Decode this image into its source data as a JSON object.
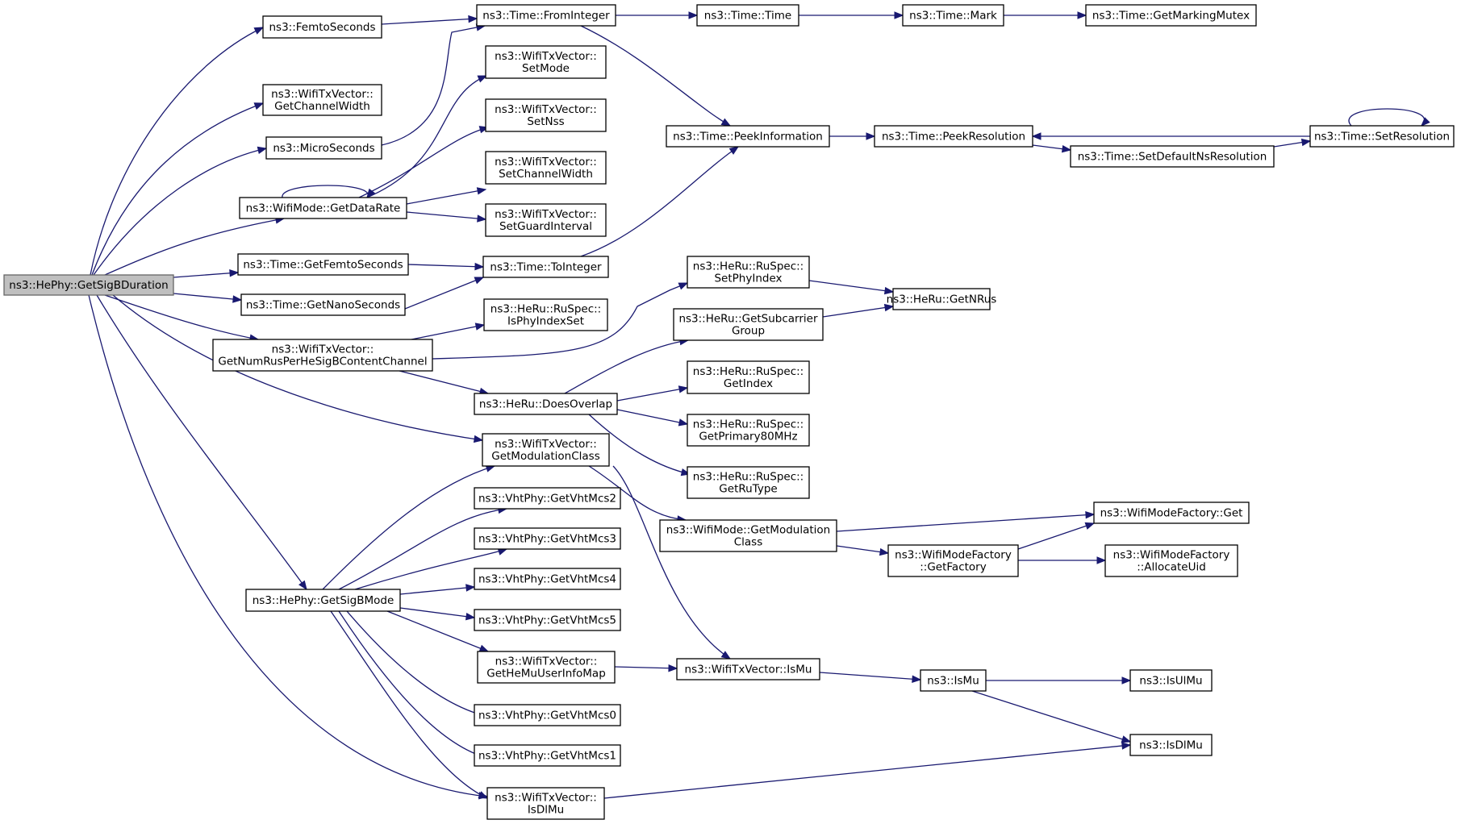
{
  "nodes": [
    {
      "id": "n0",
      "lines": [
        "ns3::HePhy::GetSigBDuration"
      ],
      "root": true
    },
    {
      "id": "n1",
      "lines": [
        "ns3::FemtoSeconds"
      ]
    },
    {
      "id": "n2",
      "lines": [
        "ns3::WifiTxVector::",
        "GetChannelWidth"
      ]
    },
    {
      "id": "n3",
      "lines": [
        "ns3::MicroSeconds"
      ]
    },
    {
      "id": "n4",
      "lines": [
        "ns3::WifiMode::GetDataRate"
      ]
    },
    {
      "id": "n5",
      "lines": [
        "ns3::Time::GetFemtoSeconds"
      ]
    },
    {
      "id": "n6",
      "lines": [
        "ns3::Time::GetNanoSeconds"
      ]
    },
    {
      "id": "n7",
      "lines": [
        "ns3::WifiTxVector::",
        "GetNumRusPerHeSigBContentChannel"
      ]
    },
    {
      "id": "n8",
      "lines": [
        "ns3::HePhy::GetSigBMode"
      ]
    },
    {
      "id": "n9",
      "lines": [
        "ns3::Time::FromInteger"
      ]
    },
    {
      "id": "n10",
      "lines": [
        "ns3::WifiTxVector::",
        "SetMode"
      ]
    },
    {
      "id": "n11",
      "lines": [
        "ns3::WifiTxVector::",
        "SetNss"
      ]
    },
    {
      "id": "n12",
      "lines": [
        "ns3::WifiTxVector::",
        "SetChannelWidth"
      ]
    },
    {
      "id": "n13",
      "lines": [
        "ns3::WifiTxVector::",
        "SetGuardInterval"
      ]
    },
    {
      "id": "n14",
      "lines": [
        "ns3::Time::ToInteger"
      ]
    },
    {
      "id": "n15",
      "lines": [
        "ns3::HeRu::RuSpec::",
        "IsPhyIndexSet"
      ]
    },
    {
      "id": "n16",
      "lines": [
        "ns3::HeRu::DoesOverlap"
      ]
    },
    {
      "id": "n17",
      "lines": [
        "ns3::WifiTxVector::",
        "GetModulationClass"
      ]
    },
    {
      "id": "n18",
      "lines": [
        "ns3::VhtPhy::GetVhtMcs2"
      ]
    },
    {
      "id": "n19",
      "lines": [
        "ns3::VhtPhy::GetVhtMcs3"
      ]
    },
    {
      "id": "n20",
      "lines": [
        "ns3::VhtPhy::GetVhtMcs4"
      ]
    },
    {
      "id": "n21",
      "lines": [
        "ns3::VhtPhy::GetVhtMcs5"
      ]
    },
    {
      "id": "n22",
      "lines": [
        "ns3::WifiTxVector::",
        "GetHeMuUserInfoMap"
      ]
    },
    {
      "id": "n23",
      "lines": [
        "ns3::VhtPhy::GetVhtMcs0"
      ]
    },
    {
      "id": "n24",
      "lines": [
        "ns3::VhtPhy::GetVhtMcs1"
      ]
    },
    {
      "id": "n25",
      "lines": [
        "ns3::WifiTxVector::",
        "IsDlMu"
      ]
    },
    {
      "id": "n26",
      "lines": [
        "ns3::Time::Time"
      ]
    },
    {
      "id": "n27",
      "lines": [
        "ns3::Time::PeekInformation"
      ]
    },
    {
      "id": "n28",
      "lines": [
        "ns3::HeRu::RuSpec::",
        "SetPhyIndex"
      ]
    },
    {
      "id": "n29",
      "lines": [
        "ns3::HeRu::GetSubcarrier",
        "Group"
      ]
    },
    {
      "id": "n30",
      "lines": [
        "ns3::HeRu::RuSpec::",
        "GetIndex"
      ]
    },
    {
      "id": "n31",
      "lines": [
        "ns3::HeRu::RuSpec::",
        "GetPrimary80MHz"
      ]
    },
    {
      "id": "n32",
      "lines": [
        "ns3::HeRu::RuSpec::",
        "GetRuType"
      ]
    },
    {
      "id": "n33",
      "lines": [
        "ns3::WifiMode::GetModulation",
        "Class"
      ]
    },
    {
      "id": "n34",
      "lines": [
        "ns3::WifiTxVector::IsMu"
      ]
    },
    {
      "id": "n35",
      "lines": [
        "ns3::Time::Mark"
      ]
    },
    {
      "id": "n36",
      "lines": [
        "ns3::Time::PeekResolution"
      ]
    },
    {
      "id": "n37",
      "lines": [
        "ns3::HeRu::GetNRus"
      ]
    },
    {
      "id": "n38",
      "lines": [
        "ns3::WifiModeFactory::Get"
      ]
    },
    {
      "id": "n39",
      "lines": [
        "ns3::WifiModeFactory",
        "::GetFactory"
      ]
    },
    {
      "id": "n40",
      "lines": [
        "ns3::IsMu"
      ]
    },
    {
      "id": "n41",
      "lines": [
        "ns3::Time::GetMarkingMutex"
      ]
    },
    {
      "id": "n42",
      "lines": [
        "ns3::Time::SetDefaultNsResolution"
      ]
    },
    {
      "id": "n43",
      "lines": [
        "ns3::Time::SetResolution"
      ]
    },
    {
      "id": "n44",
      "lines": [
        "ns3::WifiModeFactory",
        "::AllocateUid"
      ]
    },
    {
      "id": "n45",
      "lines": [
        "ns3::IsUlMu"
      ]
    },
    {
      "id": "n46",
      "lines": [
        "ns3::IsDlMu"
      ]
    }
  ],
  "edges": [
    [
      "n0",
      "n1"
    ],
    [
      "n0",
      "n2"
    ],
    [
      "n0",
      "n3"
    ],
    [
      "n0",
      "n4"
    ],
    [
      "n0",
      "n5"
    ],
    [
      "n0",
      "n6"
    ],
    [
      "n0",
      "n7"
    ],
    [
      "n0",
      "n17"
    ],
    [
      "n0",
      "n8"
    ],
    [
      "n0",
      "n25"
    ],
    [
      "n1",
      "n9"
    ],
    [
      "n3",
      "n9"
    ],
    [
      "n4",
      "n4"
    ],
    [
      "n4",
      "n10"
    ],
    [
      "n4",
      "n11"
    ],
    [
      "n4",
      "n12"
    ],
    [
      "n4",
      "n13"
    ],
    [
      "n5",
      "n14"
    ],
    [
      "n6",
      "n14"
    ],
    [
      "n7",
      "n15"
    ],
    [
      "n7",
      "n28"
    ],
    [
      "n7",
      "n16"
    ],
    [
      "n8",
      "n17"
    ],
    [
      "n8",
      "n18"
    ],
    [
      "n8",
      "n19"
    ],
    [
      "n8",
      "n20"
    ],
    [
      "n8",
      "n21"
    ],
    [
      "n8",
      "n22"
    ],
    [
      "n8",
      "n23"
    ],
    [
      "n8",
      "n24"
    ],
    [
      "n8",
      "n25"
    ],
    [
      "n9",
      "n26"
    ],
    [
      "n9",
      "n27"
    ],
    [
      "n14",
      "n27"
    ],
    [
      "n16",
      "n29"
    ],
    [
      "n16",
      "n30"
    ],
    [
      "n16",
      "n31"
    ],
    [
      "n16",
      "n32"
    ],
    [
      "n17",
      "n33"
    ],
    [
      "n17",
      "n34"
    ],
    [
      "n22",
      "n34"
    ],
    [
      "n26",
      "n35"
    ],
    [
      "n27",
      "n36"
    ],
    [
      "n28",
      "n37"
    ],
    [
      "n29",
      "n37"
    ],
    [
      "n33",
      "n38"
    ],
    [
      "n33",
      "n39"
    ],
    [
      "n34",
      "n40"
    ],
    [
      "n35",
      "n41"
    ],
    [
      "n36",
      "n42"
    ],
    [
      "n43",
      "n36"
    ],
    [
      "n42",
      "n43"
    ],
    [
      "n43",
      "n43"
    ],
    [
      "n39",
      "n38"
    ],
    [
      "n39",
      "n44"
    ],
    [
      "n40",
      "n45"
    ],
    [
      "n40",
      "n46"
    ],
    [
      "n25",
      "n46"
    ]
  ]
}
